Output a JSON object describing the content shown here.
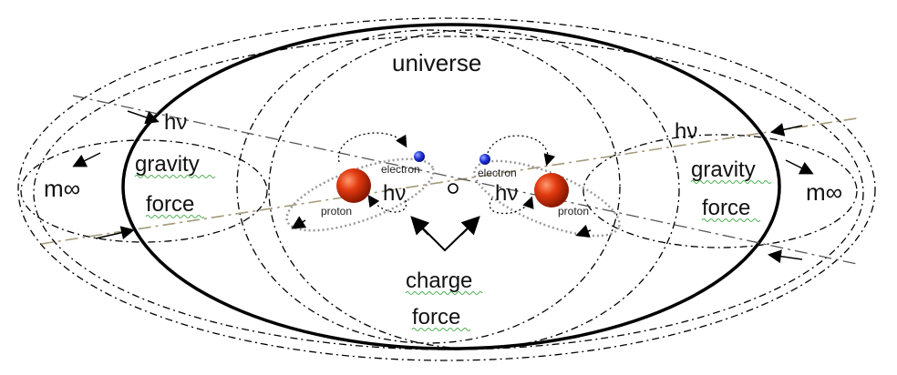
{
  "diagram": {
    "universe_label": "universe",
    "left": {
      "photon": "hν",
      "gravity_line1": "gravity",
      "gravity_line2": "force",
      "mass": "m∞"
    },
    "right": {
      "photon": "hν",
      "gravity_line1": "gravity",
      "gravity_line2": "force",
      "mass": "m∞"
    },
    "center": {
      "charge_line1": "charge",
      "charge_line2": "force",
      "left_photon": "hν",
      "right_photon": "hν"
    },
    "atoms": {
      "left_electron": "electron",
      "left_proton": "proton",
      "right_electron": "electron",
      "right_proton": "proton"
    }
  },
  "colors": {
    "proton": "#cc2200",
    "electron": "#1a2fd6",
    "gravity_line": "#a39a78",
    "wavy_underline": "#4caf50"
  }
}
